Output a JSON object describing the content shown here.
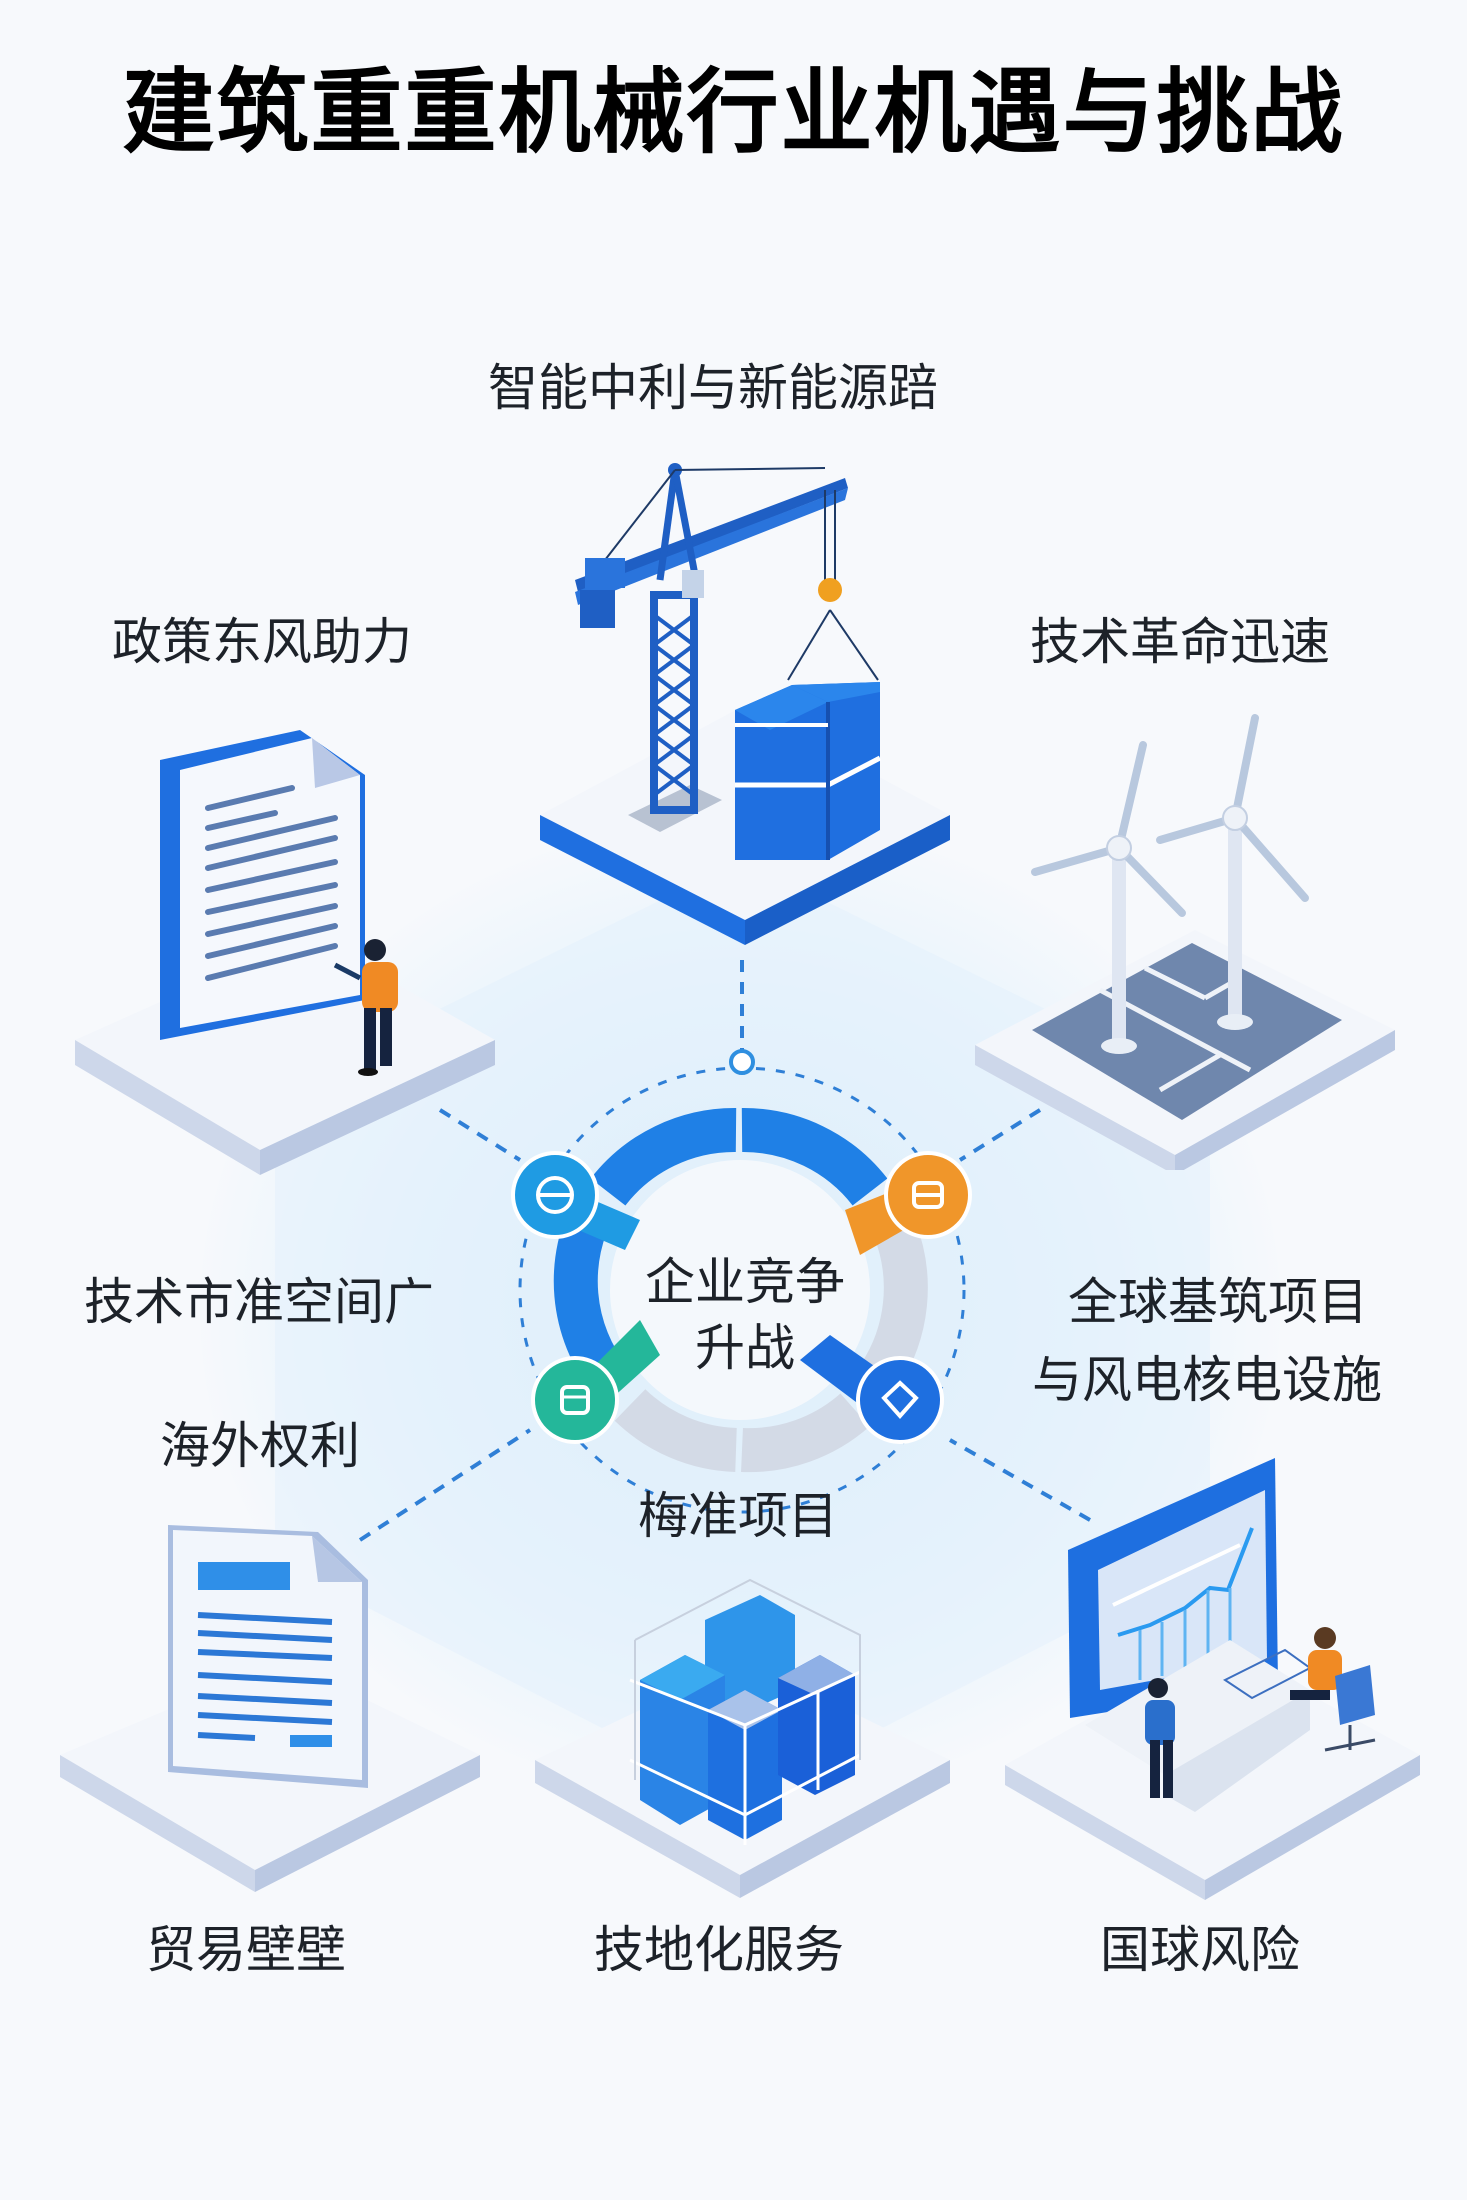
{
  "title": "建筑重重机械行业机遇与挑战",
  "center": {
    "line1": "企业竞争",
    "line2": "升战",
    "nodes": [
      {
        "position": "top-left",
        "icon": "minus-circle-icon",
        "color": "#1f9be3"
      },
      {
        "position": "top-right",
        "icon": "card-icon",
        "color": "#f0962a"
      },
      {
        "position": "bottom-left",
        "icon": "box-icon",
        "color": "#24b79a"
      },
      {
        "position": "bottom-right",
        "icon": "diamond-icon",
        "color": "#1e6fe0"
      }
    ],
    "ring_colors": {
      "active": "#1f80e6",
      "inactive": "#d3dae6"
    }
  },
  "labels": {
    "top": "智能中利与新能源踣",
    "top_left": "政策东风助力",
    "top_right": "技术革命迅速",
    "mid_left_1": "技术市准空间广",
    "mid_left_2": "海外权利",
    "mid_right_1": "全球基筑项目",
    "mid_right_2": "与风电核电设施",
    "mid_bottom": "梅准项目",
    "bottom_left": "贸易壁壁",
    "bottom_center": "技地化服务",
    "bottom_right": "国球风险"
  },
  "illustrations": {
    "top": "tower-crane-with-blocks",
    "top_left": "policy-document-with-person",
    "top_right": "wind-turbines",
    "bottom_left": "trade-document",
    "bottom_center": "localized-building-blocks",
    "bottom_right": "monitor-chart-with-workers"
  },
  "colors": {
    "primary_blue": "#1f6fe0",
    "light_blue": "#dcedfa",
    "orange": "#f0962a",
    "teal": "#24b79a",
    "platform": "#eef2f8",
    "platform_side": "#c8d4ea"
  }
}
